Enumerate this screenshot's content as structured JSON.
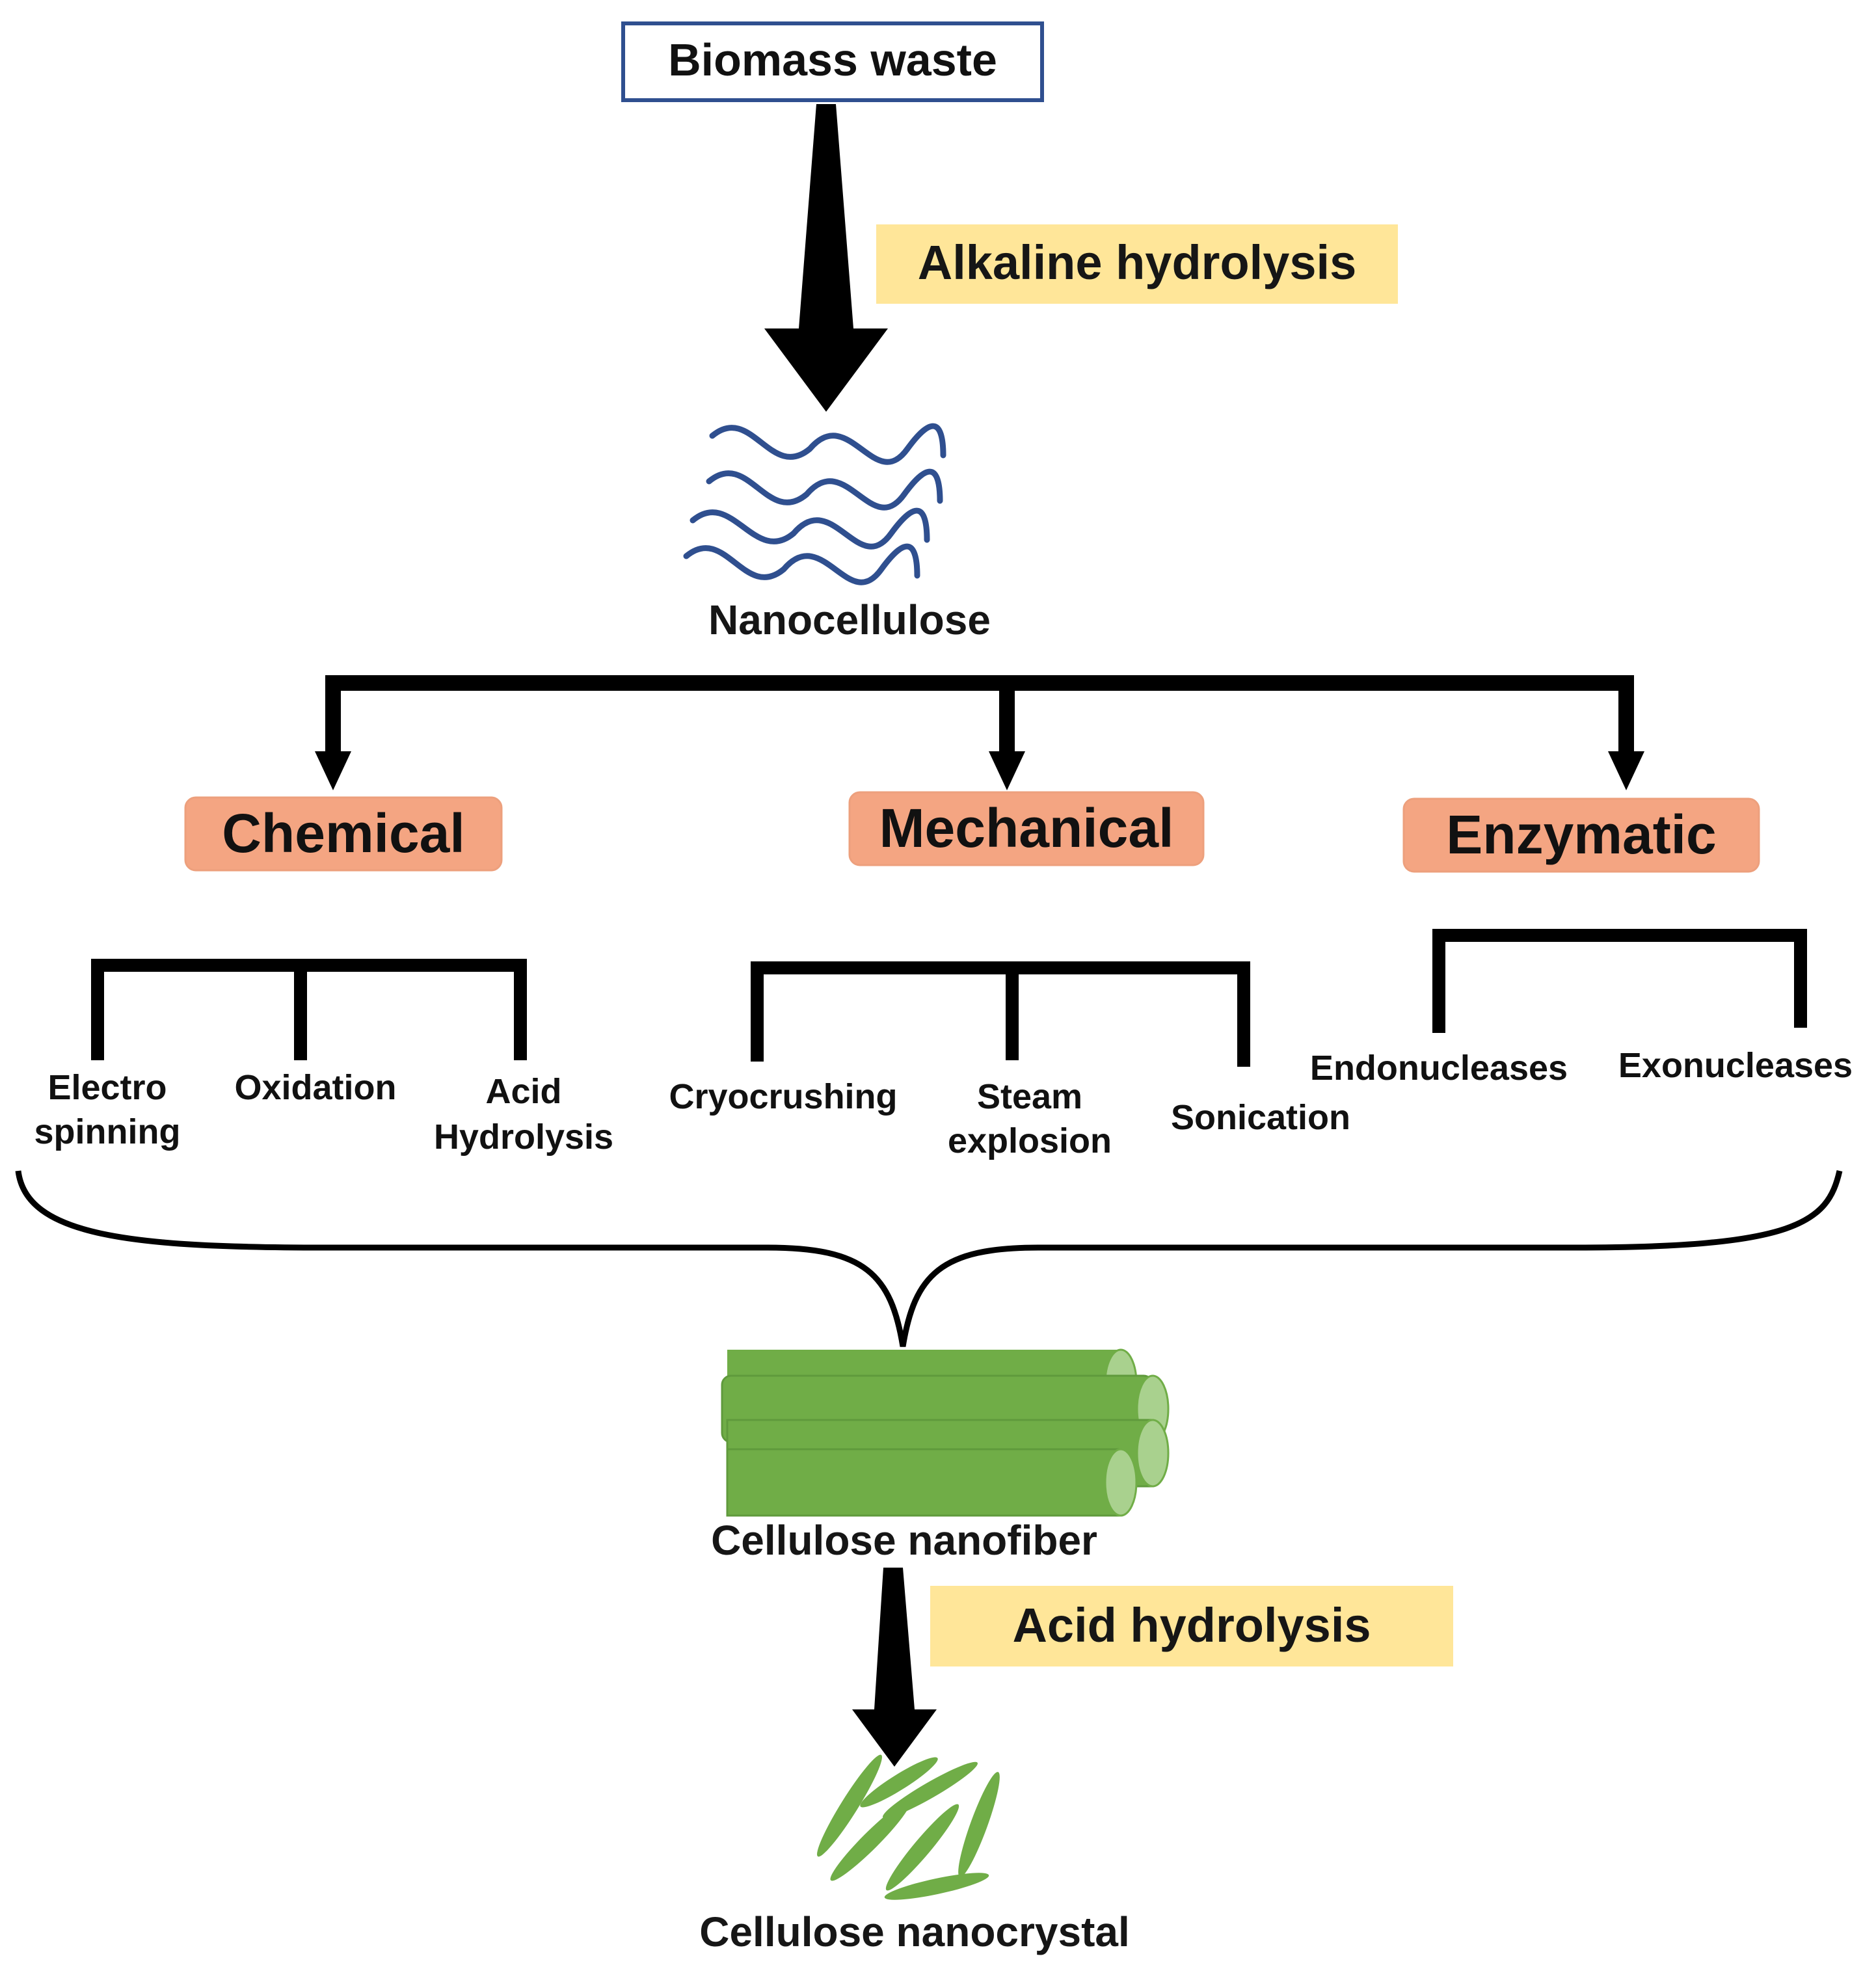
{
  "source_box": {
    "label": "Biomass waste",
    "border_color": "#2f4f8f"
  },
  "steps": {
    "first_treatment": "Alkaline hydrolysis",
    "second_treatment": "Acid hydrolysis",
    "highlight_color": "#ffe699"
  },
  "products": {
    "intermediate": "Nanocellulose",
    "fiber": "Cellulose nanofiber",
    "crystal": "Cellulose nanocrystal"
  },
  "categories": {
    "box_color": "#f4a582",
    "items": [
      {
        "label": "Chemical",
        "methods": [
          {
            "lines": [
              "Electro",
              "spinning"
            ]
          },
          {
            "lines": [
              "Oxidation"
            ]
          },
          {
            "lines": [
              "Acid",
              "Hydrolysis"
            ]
          }
        ]
      },
      {
        "label": "Mechanical",
        "methods": [
          {
            "lines": [
              "Cryocrushing"
            ]
          },
          {
            "lines": [
              "Steam",
              "explosion"
            ]
          },
          {
            "lines": [
              "Sonication"
            ]
          }
        ]
      },
      {
        "label": "Enzymatic",
        "methods": [
          {
            "lines": [
              "Endonucleases"
            ]
          },
          {
            "lines": [
              "Exonucleases"
            ]
          }
        ]
      }
    ]
  },
  "colors": {
    "nanocellulose_wave": "#2f4f8f",
    "fiber_green": "#70ad47",
    "fiber_light": "#a9d18e",
    "connector": "#000000"
  }
}
